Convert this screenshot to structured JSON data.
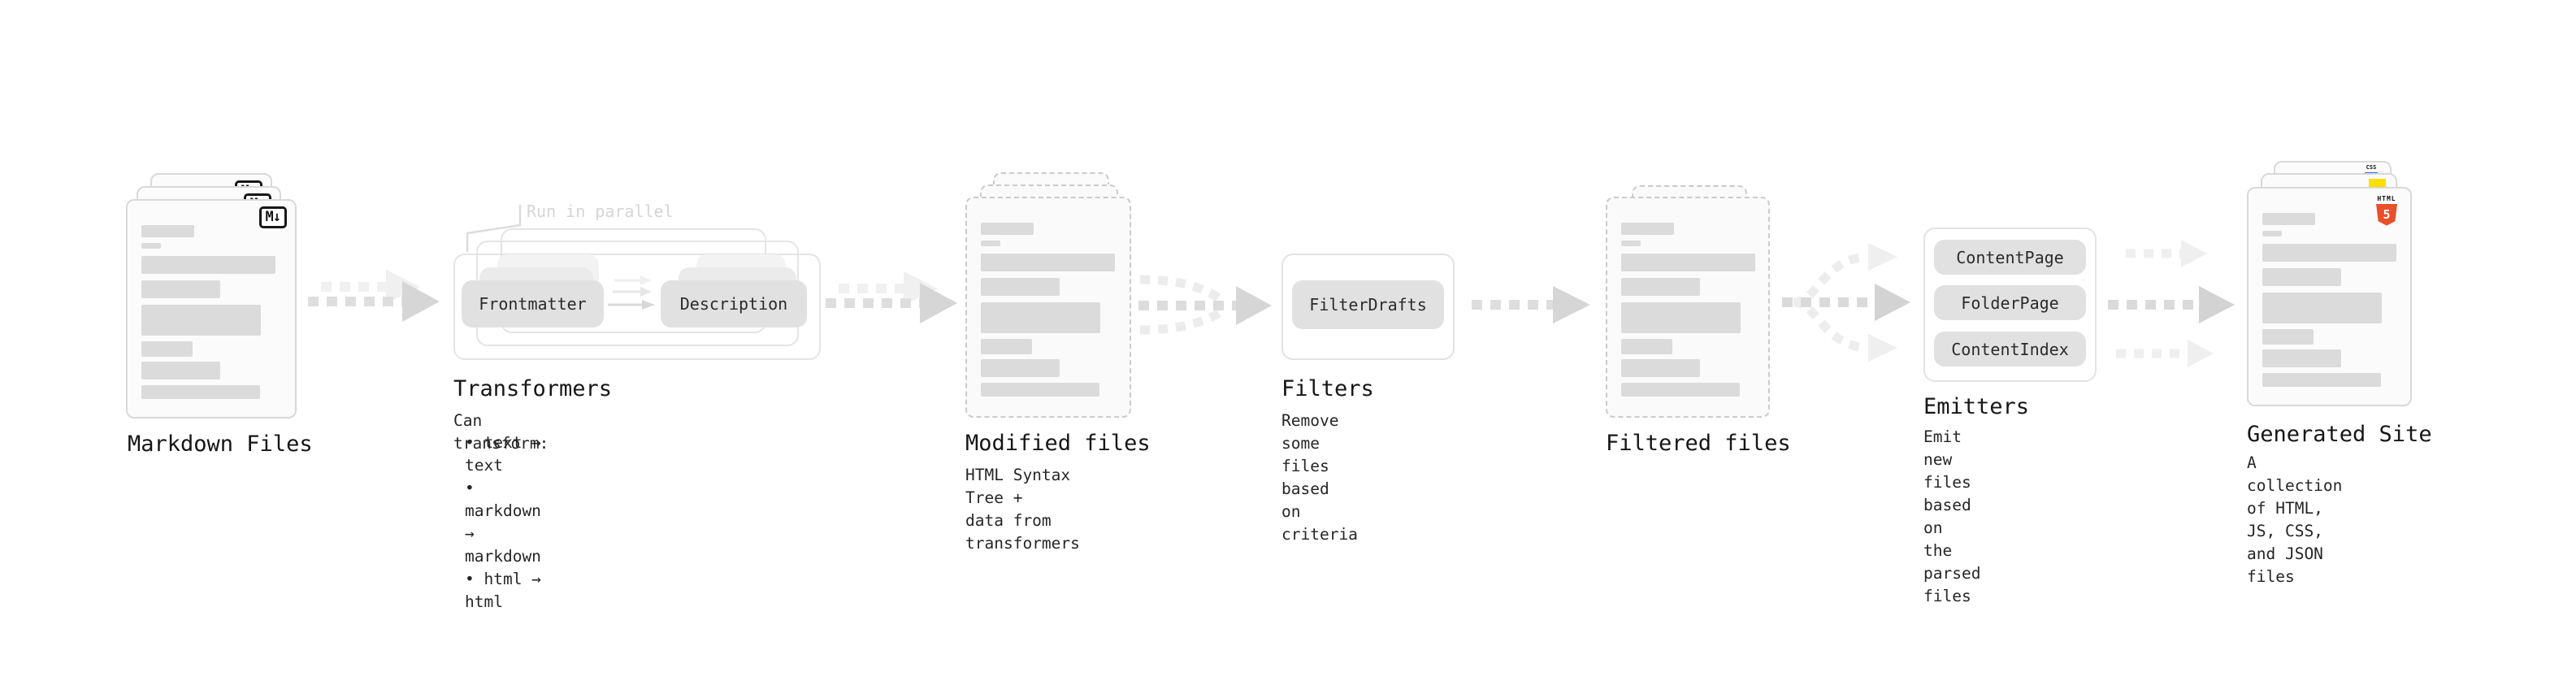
{
  "pipeline": {
    "markdown_files": {
      "label": "Markdown Files",
      "file_badge": "M↓"
    },
    "transformers": {
      "label": "Transformers",
      "annotation": "Run in parallel",
      "stage_left": "Frontmatter",
      "stage_right": "Description",
      "desc_heading": "Can transform:",
      "bullets": [
        "• text → text",
        "• markdown → markdown",
        "• html → html"
      ]
    },
    "modified_files": {
      "label": "Modified files",
      "desc": [
        "HTML Syntax Tree +",
        "data from transformers"
      ]
    },
    "filters": {
      "label": "Filters",
      "filter_name": "FilterDrafts",
      "desc": [
        "Remove some files based",
        "on criteria"
      ]
    },
    "filtered_files": {
      "label": "Filtered files"
    },
    "emitters": {
      "label": "Emitters",
      "emitter_names": [
        "ContentPage",
        "FolderPage",
        "ContentIndex"
      ],
      "desc": [
        "Emit new files based on",
        "the parsed files"
      ]
    },
    "generated_site": {
      "label": "Generated Site",
      "desc": [
        "A collection of HTML,",
        "JS, CSS, and JSON files"
      ],
      "html5_badge": {
        "word": "HTML",
        "number": "5"
      },
      "css_badge": "CSS"
    }
  },
  "colors": {
    "html5_orange": "#e8502b",
    "js_yellow": "#ffdf00",
    "css_blue": "#2f6ce0",
    "skeleton_bar": "#dbdbdb",
    "arrow_main": "#dedede",
    "arrow_head": "#d6d6d6",
    "arrow_ghost": "#f0f0f0"
  }
}
